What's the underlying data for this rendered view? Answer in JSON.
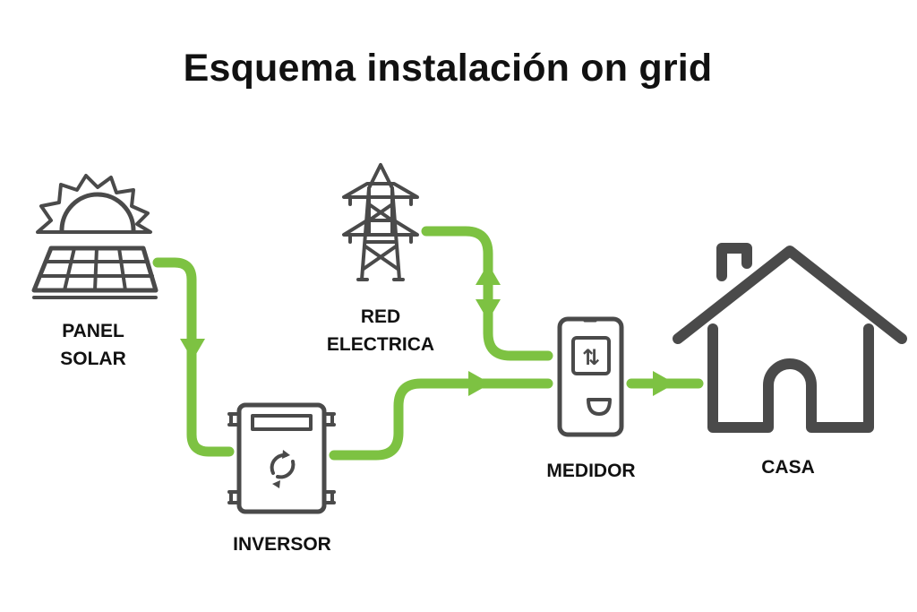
{
  "title": "Esquema instalación on grid",
  "nodes": {
    "panel_solar": {
      "line1": "PANEL",
      "line2": "SOLAR"
    },
    "inversor": {
      "label": "INVERSOR"
    },
    "red_electrica": {
      "line1": "RED",
      "line2": "ELECTRICA"
    },
    "medidor": {
      "label": "MEDIDOR",
      "display_symbol": "⇅"
    },
    "casa": {
      "label": "CASA"
    }
  },
  "colors": {
    "flow": "#7dc242",
    "icon": "#4a4a4a",
    "text": "#111111"
  }
}
